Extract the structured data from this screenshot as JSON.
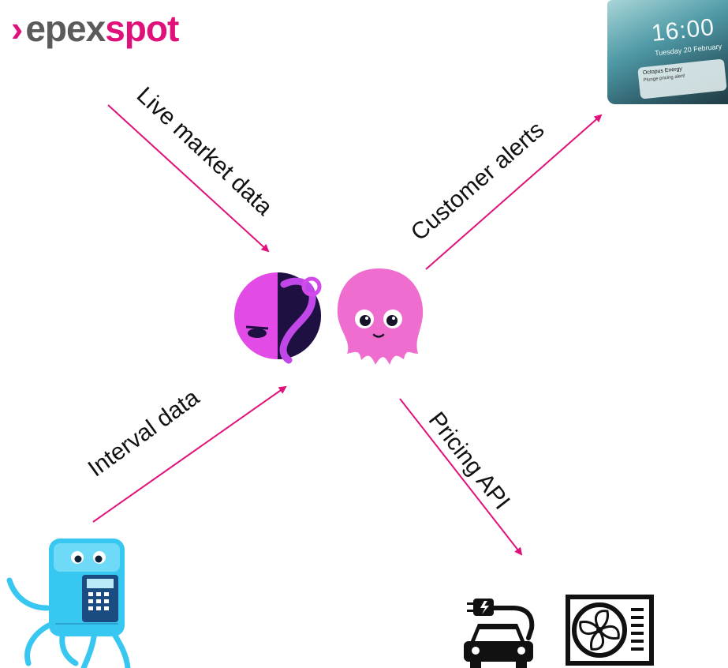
{
  "logo": {
    "part1": "epex",
    "part2": "spot"
  },
  "arrows": {
    "top_left": "Live market data",
    "top_right": "Customer alerts",
    "bottom_left": "Interval data",
    "bottom_right": "Pricing API"
  },
  "phone": {
    "time": "16:00",
    "date": "Tuesday 20 February",
    "notification_title": "Octopus Energy",
    "notification_body": "Plunge pricing alert!"
  },
  "colors": {
    "accent": "#e0117a",
    "octopus_pink": "#f06dd0",
    "smart_meter": "#38c7f0"
  },
  "icons": [
    "epexspot-chevron-icon",
    "kraken-logo-icon",
    "octopus-mascot-icon",
    "smart-meter-mascot-icon",
    "ev-charging-icon",
    "heat-pump-icon",
    "phone-lockscreen-icon"
  ]
}
